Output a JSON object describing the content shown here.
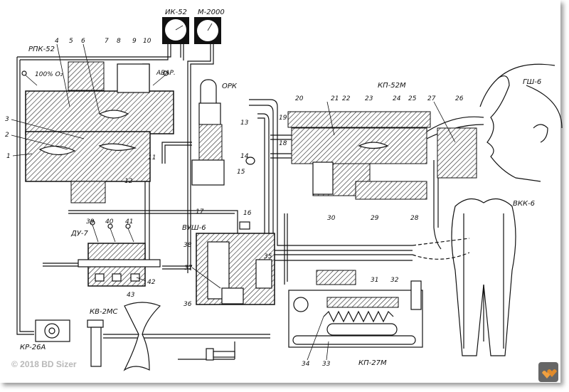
{
  "units": {
    "rpk": "РПК-52",
    "ik": "ИК-52",
    "m2000": "М-2000",
    "ork": "ОРК",
    "kp52m": "КП-52М",
    "gsh": "ГШ-6",
    "vkk": "ВКК-6",
    "du7": "ДУ-7",
    "vush": "ВУШ-6",
    "kv": "КВ-2МС",
    "kr": "КР-26А",
    "kp27m": "КП-27М"
  },
  "annotations": {
    "o2": "100% O₂",
    "avar": "АВАР."
  },
  "numbers": [
    "1",
    "2",
    "3",
    "4",
    "5",
    "6",
    "7",
    "8",
    "9",
    "10",
    "11",
    "12",
    "13",
    "14",
    "15",
    "16",
    "17",
    "18",
    "19",
    "20",
    "21",
    "22",
    "23",
    "24",
    "25",
    "26",
    "27",
    "28",
    "29",
    "30",
    "31",
    "32",
    "33",
    "34",
    "35",
    "36",
    "37",
    "38",
    "39",
    "40",
    "41",
    "42",
    "43"
  ],
  "copyright": "© 2018 BD Sizer",
  "logo_icon": "hearts-logo-icon"
}
